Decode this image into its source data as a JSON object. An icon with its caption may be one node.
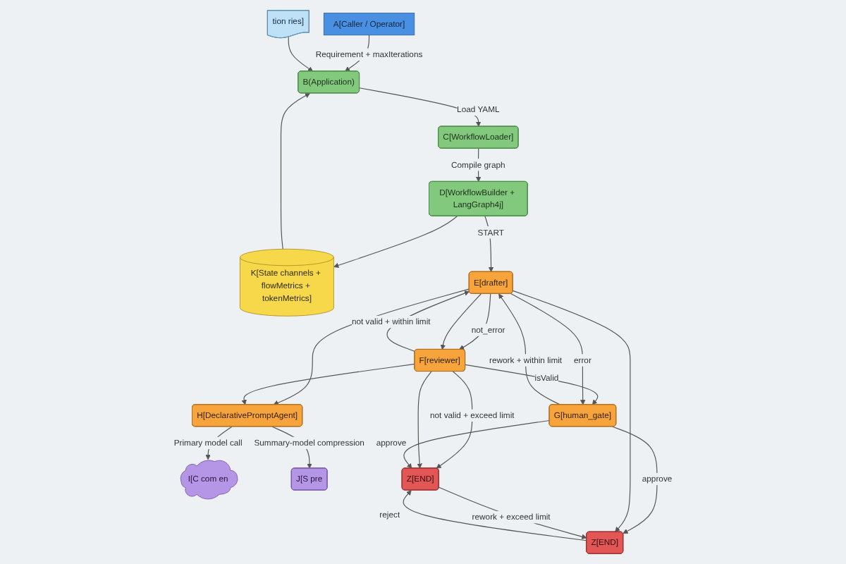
{
  "diagram": {
    "nodes": [
      {
        "text": [
          "A[Caller / Operator]"
        ]
      },
      {
        "text": [
          "B(Application)"
        ]
      },
      {
        "text": [
          "C[WorkflowLoader]"
        ]
      },
      {
        "text": [
          "D[WorkflowBuilder + LangGraph4j]"
        ]
      },
      {
        "text": [
          "K[State channels + flowMetrics + tokenMetrics]"
        ]
      },
      {
        "text": [
          "tion ries]"
        ]
      },
      {
        "text": [
          "E[drafter]"
        ]
      },
      {
        "text": [
          "F[reviewer]"
        ]
      },
      {
        "text": [
          "G[human_gate]"
        ]
      },
      {
        "text": [
          "H[DeclarativePromptAgent]"
        ]
      },
      {
        "text": [
          "I[C com en"
        ]
      },
      {
        "text": [
          "J[S pre"
        ]
      },
      {
        "text": [
          "Z[END]"
        ]
      },
      {
        "text": [
          "Z[END]"
        ]
      }
    ],
    "edges": [
      {
        "from": 0,
        "to": 1,
        "arrow": "to",
        "label": "Requirement + maxIterations"
      },
      {
        "from": 1,
        "to": 2,
        "arrow": "to",
        "label": "Load YAML"
      },
      {
        "from": 2,
        "to": 3,
        "arrow": "to",
        "label": "Compile graph"
      },
      {
        "from": 3,
        "to": 6,
        "arrow": "to",
        "label": "START"
      },
      {
        "from": 3,
        "to": 4,
        "arrow": "to"
      },
      {
        "from": 4,
        "to": 1,
        "arrow": "to"
      },
      {
        "from": 5,
        "to": 1,
        "arrow": "to"
      },
      {
        "from": 6,
        "to": 7,
        "arrow": "to",
        "label": "not_error"
      },
      {
        "from": 6,
        "to": 7,
        "arrow": "to"
      },
      {
        "from": 6,
        "to": 9,
        "arrow": "to"
      },
      {
        "from": 7,
        "to": 6,
        "arrow": "to",
        "label": "not valid + within limit"
      },
      {
        "from": 7,
        "to": 8,
        "arrow": "to",
        "label": "isValid"
      },
      {
        "from": 6,
        "to": 8,
        "arrow": "to",
        "label": "error"
      },
      {
        "from": 7,
        "to": 9,
        "arrow": "to"
      },
      {
        "from": 7,
        "to": 12,
        "arrow": "to",
        "label": "not valid + exceed limit"
      },
      {
        "from": 7,
        "to": 12,
        "arrow": "to"
      },
      {
        "from": 9,
        "to": 10,
        "arrow": "to",
        "label": "Primary model call"
      },
      {
        "from": 9,
        "to": 11,
        "arrow": "to",
        "label": "Summary-model compression"
      },
      {
        "from": 8,
        "to": 12,
        "arrow": "to",
        "label": "approve"
      },
      {
        "from": 8,
        "to": 13,
        "arrow": "to",
        "label": "approve"
      },
      {
        "from": 8,
        "to": 6,
        "arrow": "to",
        "label": "rework + within limit"
      },
      {
        "from": 6,
        "to": 13,
        "arrow": "to"
      },
      {
        "from": 12,
        "to": 13,
        "arrow": "to",
        "label": "rework + exceed limit"
      },
      {
        "from": 13,
        "to": 12,
        "arrow": "to",
        "label": "reject"
      }
    ]
  }
}
